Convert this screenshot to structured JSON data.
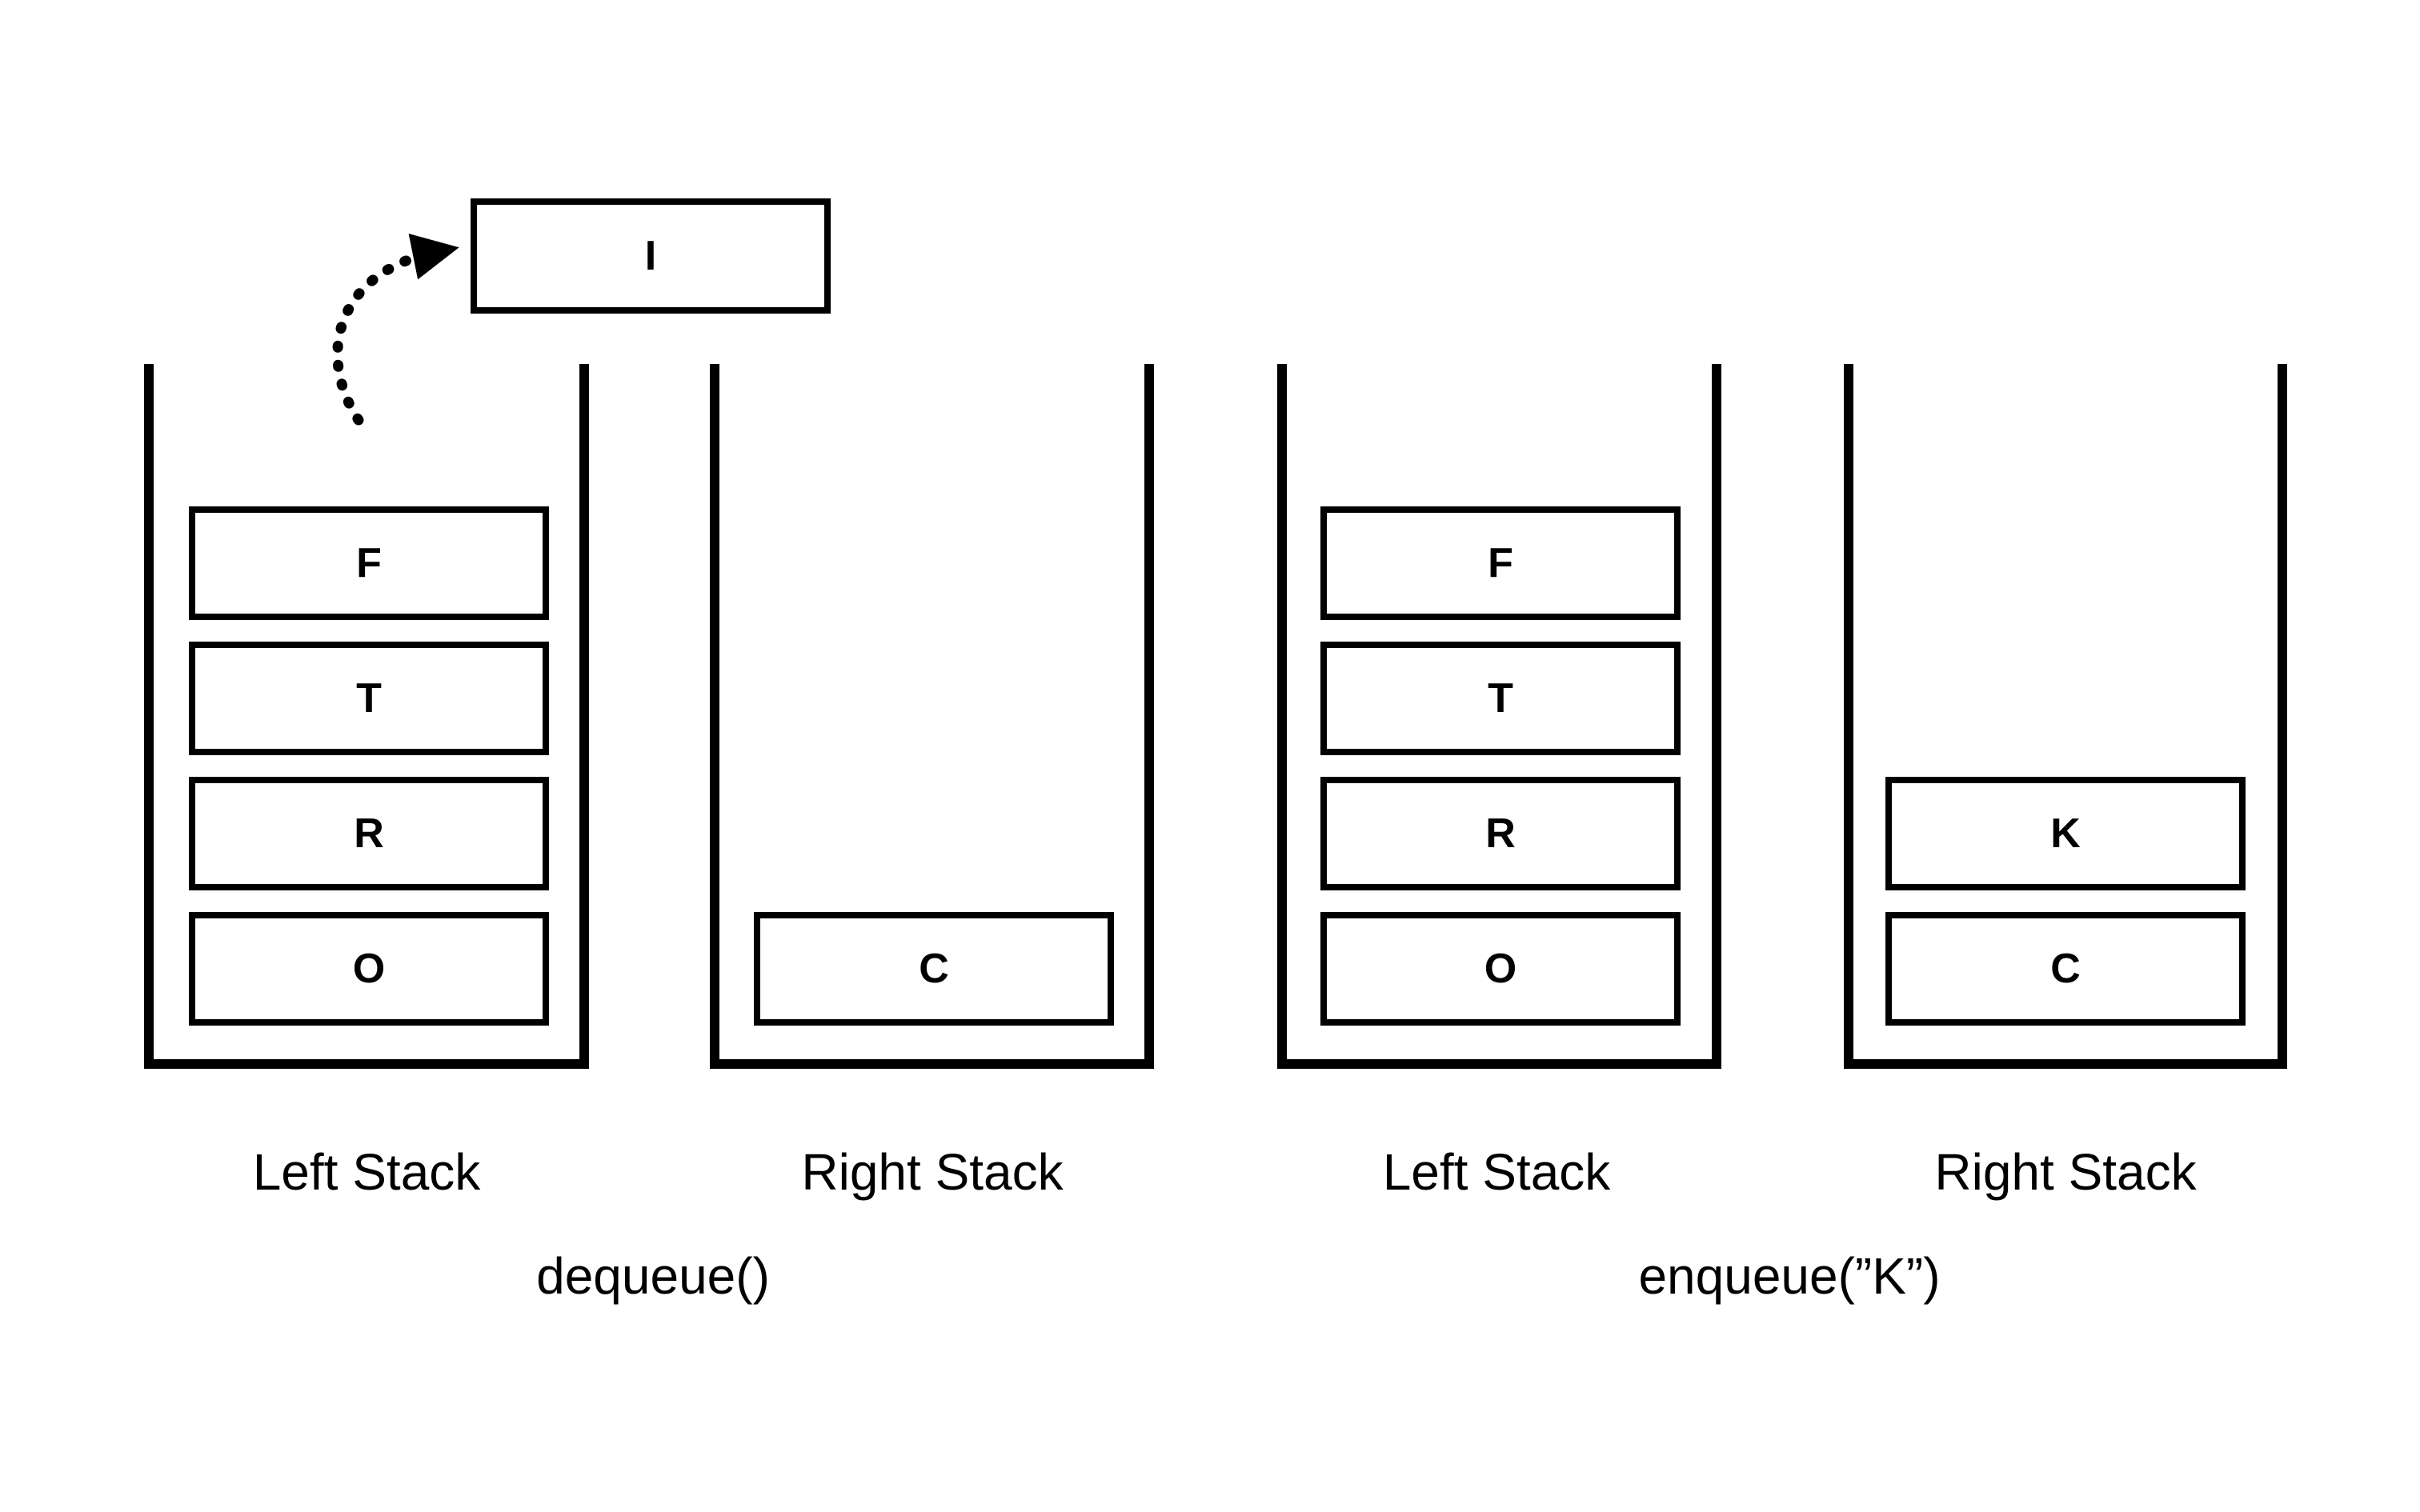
{
  "panels": [
    {
      "operation": "dequeue()",
      "popped_item": "I",
      "left_stack": {
        "label": "Left Stack",
        "items": [
          "O",
          "R",
          "T",
          "F"
        ]
      },
      "right_stack": {
        "label": "Right Stack",
        "items": [
          "C"
        ]
      }
    },
    {
      "operation": "enqueue(”K”)",
      "left_stack": {
        "label": "Left Stack",
        "items": [
          "O",
          "R",
          "T",
          "F"
        ]
      },
      "right_stack": {
        "label": "Right Stack",
        "items": [
          "C",
          "K"
        ]
      }
    }
  ]
}
